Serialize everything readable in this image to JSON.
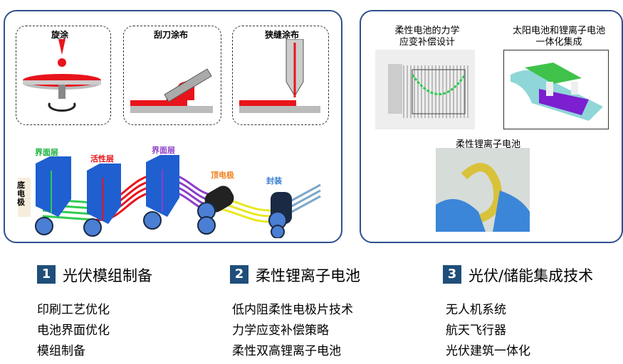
{
  "left_panel": {
    "coating_methods": [
      {
        "label": "旋涂"
      },
      {
        "label": "刮刀涂布"
      },
      {
        "label": "狭缝涂布"
      }
    ],
    "roll_labels": {
      "bottom_electrode": "底电极",
      "interface1": "界面层",
      "active": "活性层",
      "interface2": "界面层",
      "top_electrode": "顶电极",
      "encapsulation": "封装"
    }
  },
  "right_panel": {
    "strain_title": [
      "柔性电池的力学",
      "应变补偿设计"
    ],
    "integration_title": [
      "太阳电池和锂离子电池",
      "一体化集成"
    ],
    "flex_battery_title": "柔性锂离子电池"
  },
  "sections": [
    {
      "num": "1",
      "title": "光伏模组制备",
      "items": [
        "印刷工艺优化",
        "电池界面优化",
        "模组制备"
      ]
    },
    {
      "num": "2",
      "title": "柔性锂离子电池",
      "items": [
        "低内阻柔性电极片技术",
        "力学应变补偿策略",
        "柔性双高锂离子电池"
      ]
    },
    {
      "num": "3",
      "title": "光伏/储能集成技术",
      "items": [
        "无人机系统",
        "航天飞行器",
        "光伏建筑一体化"
      ]
    }
  ],
  "colors": {
    "border": "#2f4f8f",
    "badge": "#1f4e79",
    "red": "#e8141b",
    "blue": "#1f5fd0"
  }
}
